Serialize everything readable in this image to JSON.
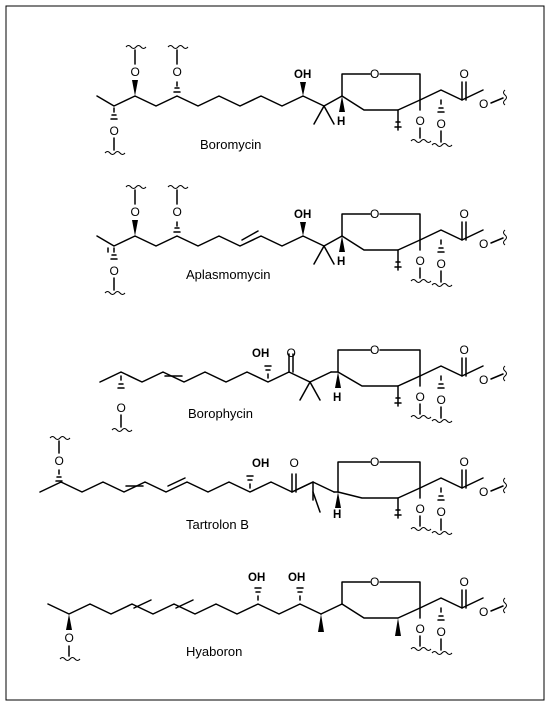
{
  "figure": {
    "border_color": "#000000",
    "compounds": [
      {
        "name": "Boromycin",
        "oh": "OH",
        "h": "H",
        "o": "O"
      },
      {
        "name": "Aplasmomycin",
        "oh": "OH",
        "h": "H",
        "o": "O"
      },
      {
        "name": "Borophycin",
        "oh": "OH",
        "h": "H",
        "o": "O"
      },
      {
        "name": "Tartrolon B",
        "oh": "OH",
        "h": "H",
        "o": "O"
      },
      {
        "name": "Hyaboron",
        "oh": "OH",
        "oh2": "OH",
        "o": "O"
      }
    ]
  }
}
